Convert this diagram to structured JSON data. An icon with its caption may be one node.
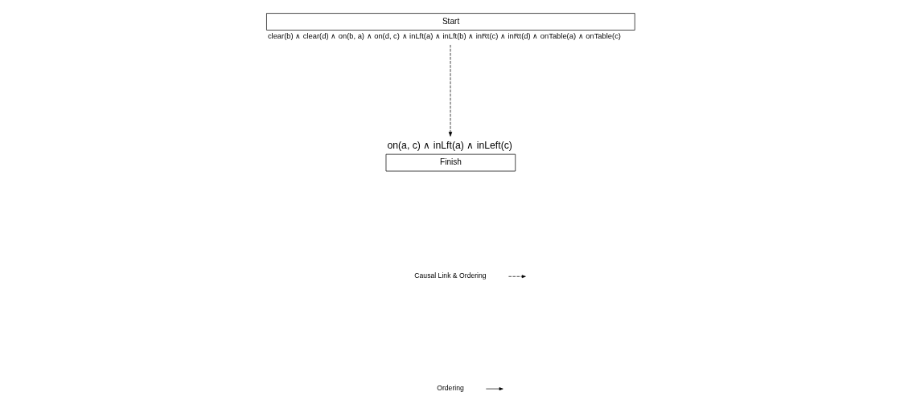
{
  "diagram": {
    "nodes": [
      {
        "text": [
          "Start",
          "clear(b) ∧ clear(d) ∧ on(b, a) ∧ on(d, c) ∧ inLft(a) ∧ inLft(b) ∧ inRt(c) ∧ inRt(d) ∧ onTable(a) ∧ onTable(c)"
        ]
      },
      {
        "text": [
          "on(a, c) ∧ inLft(a) ∧ inLeft(c)",
          "Finish"
        ]
      }
    ],
    "edges": [
      {
        "from": 0,
        "to": 1,
        "arrow": "to",
        "style": "dashed"
      }
    ],
    "legend": [
      {
        "text": "Causal Link & Ordering"
      },
      {
        "text": "Ordering"
      }
    ]
  }
}
